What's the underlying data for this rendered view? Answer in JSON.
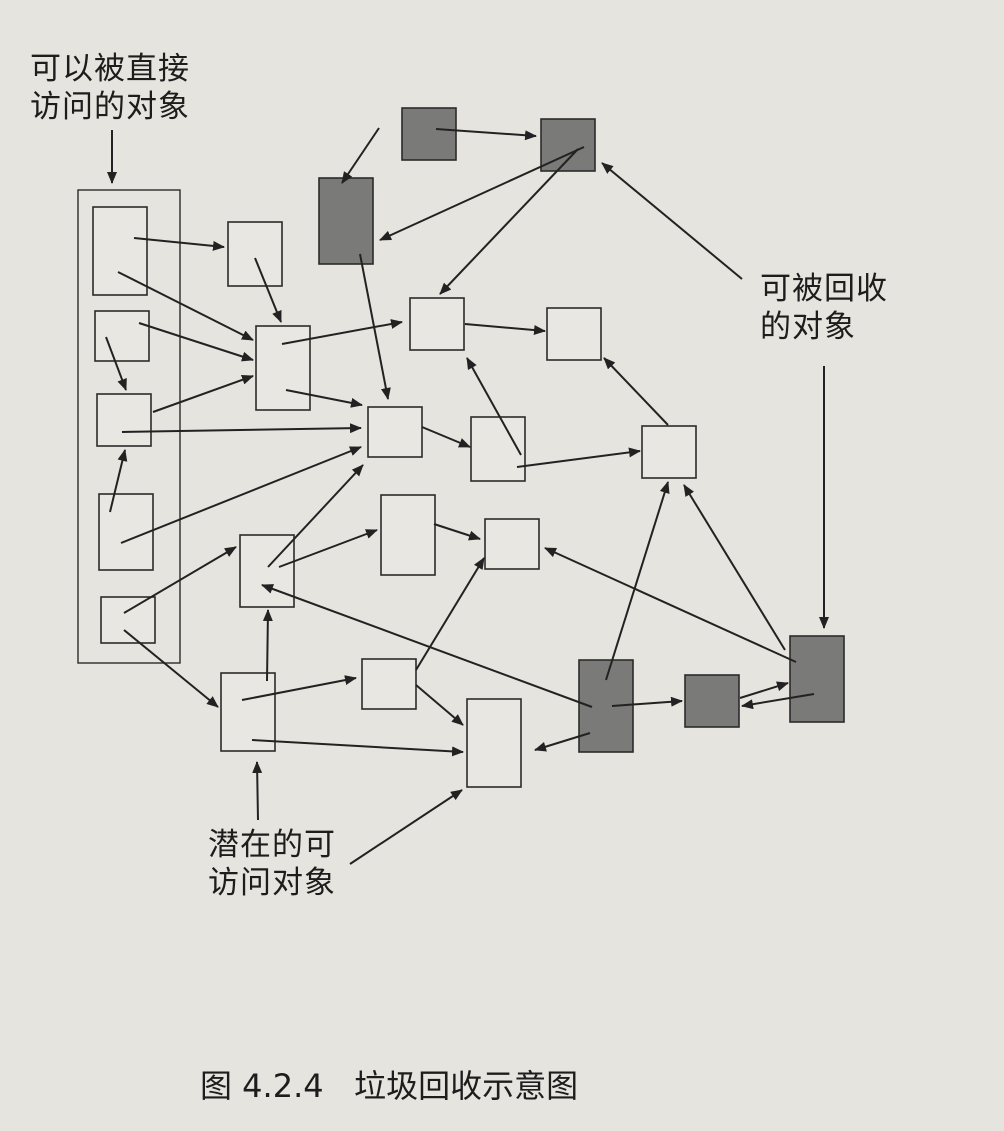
{
  "labels": {
    "direct_access_line1": "可以被直接",
    "direct_access_line2": "访问的对象",
    "collectable_line1": "可被回收",
    "collectable_line2": "的对象",
    "potential_line1": "潜在的可",
    "potential_line2": "访问对象"
  },
  "caption": "图 4.2.4   垃圾回收示意图",
  "colors": {
    "background": "#e6e4de",
    "box_fill": "#e9e7e1",
    "box_stroke": "#2b2b2b",
    "collectable_fill": "#7a7a78",
    "arrow": "#222222"
  }
}
